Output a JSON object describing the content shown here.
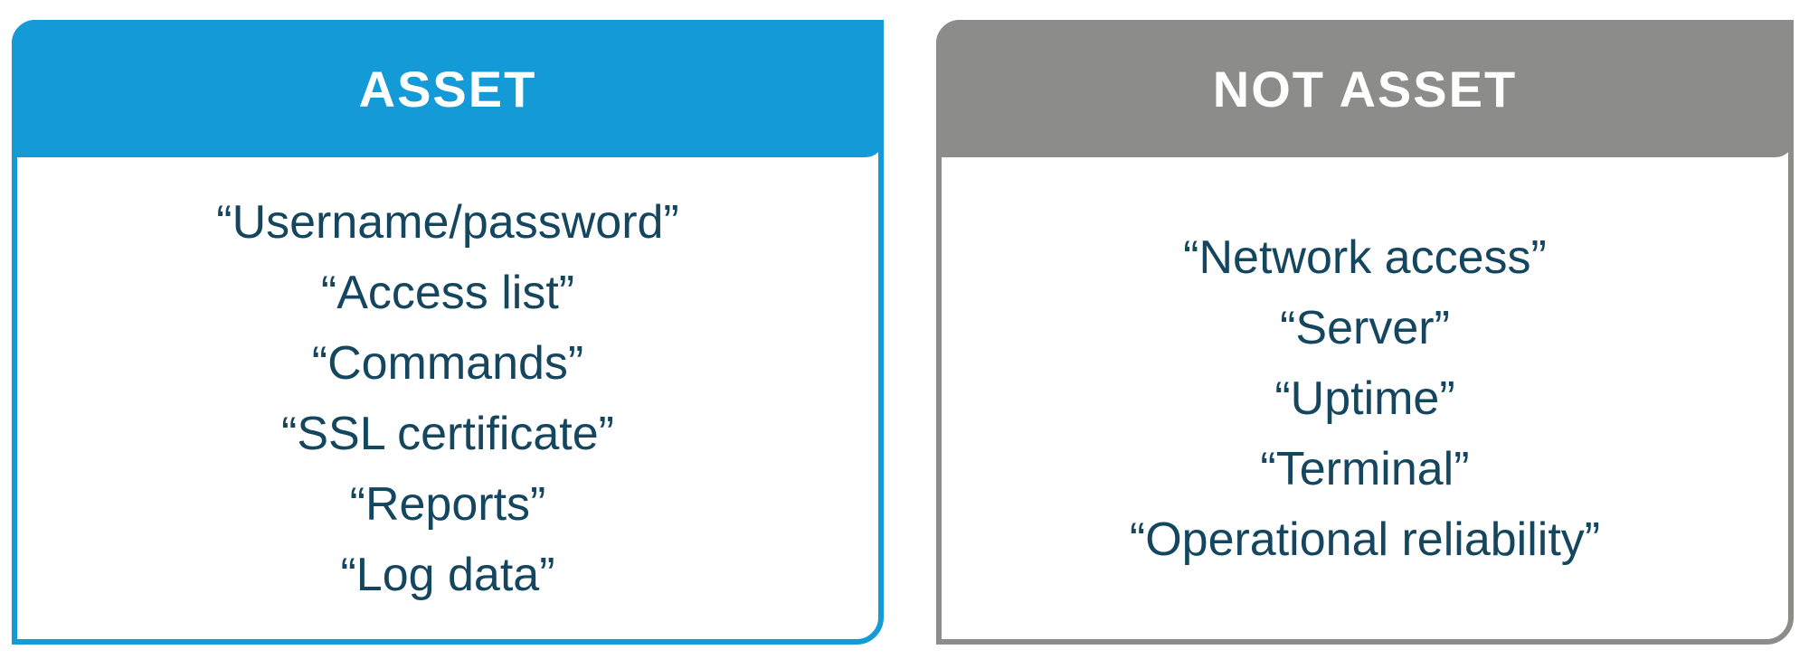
{
  "colors": {
    "asset_accent": "#149AD6",
    "not_asset_accent": "#8C8C8A",
    "header_text": "#FFFFFF",
    "item_text": "#15465F",
    "card_background": "#FFFFFF"
  },
  "cards": [
    {
      "id": "asset",
      "title": "ASSET",
      "accent": "#149AD6",
      "items": [
        "“Username/password”",
        "“Access list”",
        "“Commands”",
        "“SSL certificate”",
        "“Reports”",
        "“Log data”"
      ]
    },
    {
      "id": "not-asset",
      "title": "NOT ASSET",
      "accent": "#8C8C8A",
      "items": [
        "“Network access”",
        "“Server”",
        "“Uptime”",
        "“Terminal”",
        "“Operational reliability”"
      ]
    }
  ]
}
